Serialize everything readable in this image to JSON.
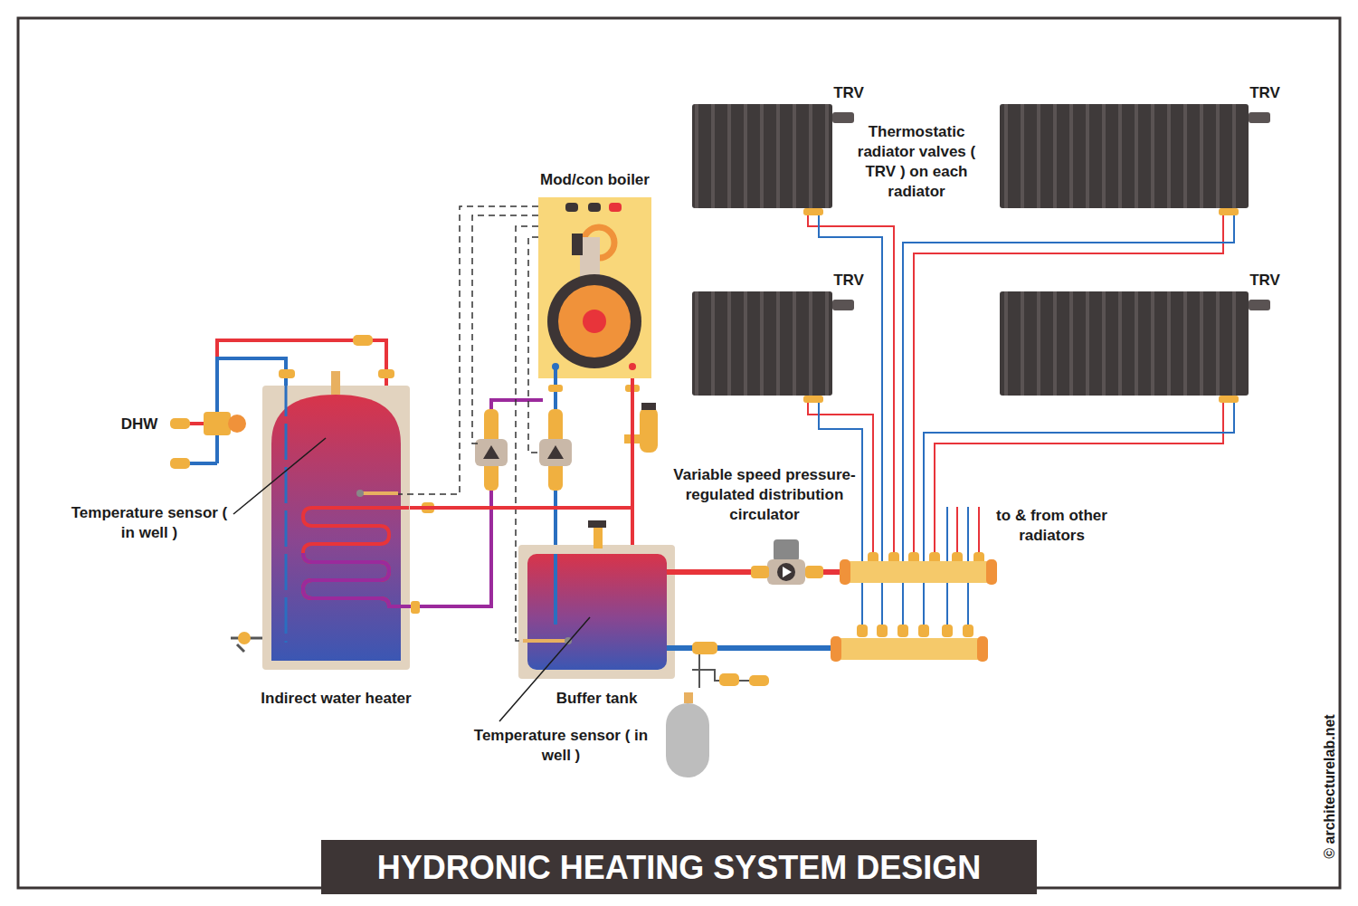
{
  "diagram": {
    "title": "HYDRONIC HEATING SYSTEM DESIGN",
    "nodes": [
      {
        "text": [
          "Mod/con boiler"
        ]
      },
      {
        "text": [
          "Indirect water heater"
        ]
      },
      {
        "text": [
          "Buffer tank"
        ]
      },
      {
        "text": [
          "TRV"
        ]
      },
      {
        "text": [
          "TRV"
        ]
      },
      {
        "text": [
          "TRV"
        ]
      },
      {
        "text": [
          "TRV"
        ]
      }
    ],
    "edges": [
      {
        "from": 0,
        "to": 2,
        "arrow": "none"
      },
      {
        "from": 0,
        "to": 1,
        "arrow": "none"
      }
    ],
    "labels": [
      "DHW",
      "Temperature sensor ( in well )",
      "Temperature sensor ( in well )",
      "Variable speed pressure-regulated distribution circulator",
      "to & from other radiators",
      "Thermostatic radiator valves ( TRV ) on each radiator",
      "© architecturelab.net"
    ]
  }
}
